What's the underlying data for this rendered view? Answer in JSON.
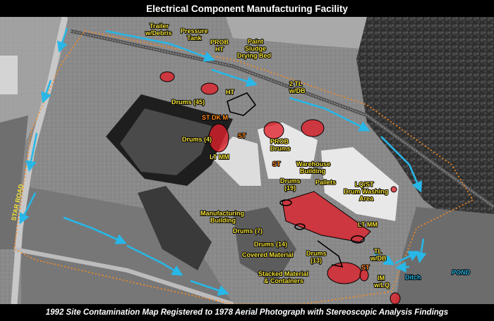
{
  "title": "Electrical Component Manufacturing Facility",
  "caption": "1992 Site Contamination Map Registered to 1978 Aerial Photograph with Stereoscopic Analysis Findings",
  "colors": {
    "label_yellow": "#f5e23a",
    "label_orange": "#ff8a1c",
    "flow_blue": "#28b7e6",
    "contamination_red": "#e0202a",
    "boundary_orange": "#ff8a1c"
  },
  "road_label": "STAR ROAD",
  "labels": {
    "trailer": "Trailer",
    "w_debris": "w/Debris",
    "pressure": "Pressure",
    "tank": "Tank",
    "prob": "PROB",
    "ht1": "HT",
    "paint": "Paint",
    "sludge": "Sludge",
    "drying_bed": "Drying Bed",
    "ht2": "HT",
    "tl2": "2 TL",
    "w_db": "w/DB",
    "drums45": "Drums (45)",
    "st_dk_m": "ST DK M",
    "drums4": "Drums (4)",
    "st1": "ST",
    "lt_mm1": "LT MM",
    "prob2": "PROB",
    "drums_t": "Drums",
    "st2": "ST",
    "warehouse": "Warehouse",
    "building": "Building",
    "drums19a": "Drums",
    "drums19b": "(19)",
    "pallets": "Pallets",
    "lq_st": "LQ/ST",
    "drum_washing": "Drum Washing",
    "area": "Area",
    "manufacturing": "Manufacturing",
    "building2": "Building",
    "drums7": "Drums (7)",
    "lt_mm2": "LT MM",
    "drums14": "Drums (14)",
    "covered": "Covered Material",
    "drums13a": "Drums",
    "drums13b": "(13)",
    "tl": "TL",
    "w_db2": "w/DB",
    "st3": "ST",
    "stacked": "Stacked Material",
    "containers": "& Containers",
    "im": "IM",
    "w_lq": "w/LQ",
    "ditch": "Ditch",
    "pond": "POND"
  }
}
